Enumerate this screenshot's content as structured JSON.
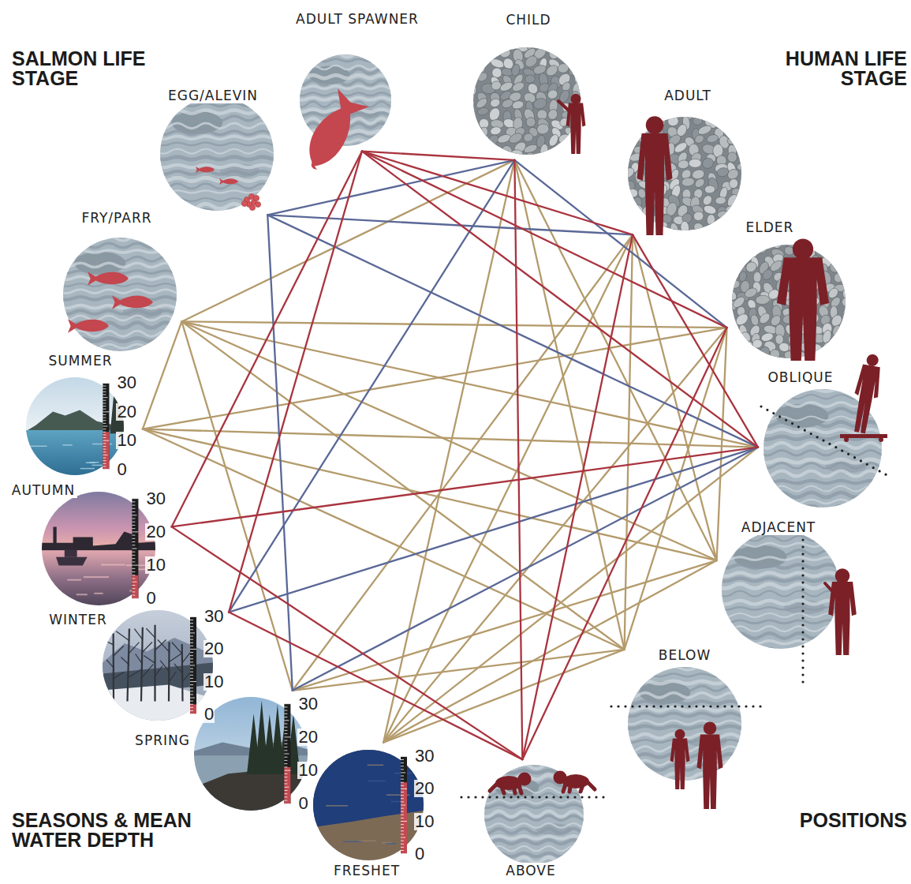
{
  "diagram": {
    "nodes": [
      {
        "text": [
          "ADULT SPAWNER"
        ]
      },
      {
        "text": [
          "CHILD"
        ]
      },
      {
        "text": [
          "EGG/ALEVIN"
        ]
      },
      {
        "text": [
          "ADULT"
        ]
      },
      {
        "text": [
          "FRY/PARR"
        ]
      },
      {
        "text": [
          "ELDER"
        ]
      },
      {
        "text": [
          "SUMMER",
          "30",
          "20",
          "10",
          "0"
        ]
      },
      {
        "text": [
          "OBLIQUE"
        ]
      },
      {
        "text": [
          "AUTUMN",
          "30",
          "20",
          "10",
          "0"
        ]
      },
      {
        "text": [
          "ADJACENT"
        ]
      },
      {
        "text": [
          "WINTER",
          "30",
          "20",
          "10",
          "0"
        ]
      },
      {
        "text": [
          "BELOW"
        ]
      },
      {
        "text": [
          "SPRING",
          "30",
          "20",
          "10",
          "0"
        ]
      },
      {
        "text": [
          "FRESHET",
          "30",
          "20",
          "10",
          "0"
        ]
      },
      {
        "text": [
          "ABOVE"
        ]
      }
    ],
    "edges": [
      {
        "from": 0,
        "to": 1,
        "arrow": "none"
      },
      {
        "from": 0,
        "to": 3,
        "arrow": "none"
      },
      {
        "from": 0,
        "to": 5,
        "arrow": "none"
      },
      {
        "from": 0,
        "to": 7,
        "arrow": "none"
      },
      {
        "from": 0,
        "to": 8,
        "arrow": "none"
      },
      {
        "from": 0,
        "to": 10,
        "arrow": "none"
      },
      {
        "from": 1,
        "to": 14,
        "arrow": "none"
      },
      {
        "from": 3,
        "to": 7,
        "arrow": "none"
      },
      {
        "from": 3,
        "to": 14,
        "arrow": "none"
      },
      {
        "from": 5,
        "to": 14,
        "arrow": "none"
      },
      {
        "from": 8,
        "to": 7,
        "arrow": "none"
      },
      {
        "from": 8,
        "to": 14,
        "arrow": "none"
      },
      {
        "from": 10,
        "to": 14,
        "arrow": "none"
      },
      {
        "from": 2,
        "to": 1,
        "arrow": "none"
      },
      {
        "from": 2,
        "to": 3,
        "arrow": "none"
      },
      {
        "from": 2,
        "to": 7,
        "arrow": "none"
      },
      {
        "from": 2,
        "to": 12,
        "arrow": "none"
      },
      {
        "from": 10,
        "to": 1,
        "arrow": "none"
      },
      {
        "from": 10,
        "to": 7,
        "arrow": "none"
      },
      {
        "from": 12,
        "to": 7,
        "arrow": "none"
      },
      {
        "from": 1,
        "to": 5,
        "arrow": "none"
      },
      {
        "from": 4,
        "to": 1,
        "arrow": "none"
      },
      {
        "from": 4,
        "to": 5,
        "arrow": "none"
      },
      {
        "from": 4,
        "to": 7,
        "arrow": "none"
      },
      {
        "from": 4,
        "to": 9,
        "arrow": "none"
      },
      {
        "from": 4,
        "to": 11,
        "arrow": "none"
      },
      {
        "from": 4,
        "to": 12,
        "arrow": "none"
      },
      {
        "from": 4,
        "to": 6,
        "arrow": "none"
      },
      {
        "from": 6,
        "to": 5,
        "arrow": "none"
      },
      {
        "from": 6,
        "to": 7,
        "arrow": "none"
      },
      {
        "from": 6,
        "to": 9,
        "arrow": "none"
      },
      {
        "from": 6,
        "to": 11,
        "arrow": "none"
      },
      {
        "from": 1,
        "to": 9,
        "arrow": "none"
      },
      {
        "from": 1,
        "to": 11,
        "arrow": "none"
      },
      {
        "from": 1,
        "to": 13,
        "arrow": "none"
      },
      {
        "from": 3,
        "to": 9,
        "arrow": "none"
      },
      {
        "from": 3,
        "to": 11,
        "arrow": "none"
      },
      {
        "from": 3,
        "to": 13,
        "arrow": "none"
      },
      {
        "from": 3,
        "to": 12,
        "arrow": "none"
      },
      {
        "from": 5,
        "to": 9,
        "arrow": "none"
      },
      {
        "from": 5,
        "to": 11,
        "arrow": "none"
      },
      {
        "from": 5,
        "to": 13,
        "arrow": "none"
      },
      {
        "from": 7,
        "to": 13,
        "arrow": "none"
      },
      {
        "from": 9,
        "to": 13,
        "arrow": "none"
      },
      {
        "from": 9,
        "to": 12,
        "arrow": "none"
      },
      {
        "from": 11,
        "to": 12,
        "arrow": "none"
      },
      {
        "from": 11,
        "to": 13,
        "arrow": "none"
      }
    ],
    "labels": [
      "SALMON LIFE STAGE",
      "HUMAN LIFE STAGE",
      "SEASONS & MEAN WATER DEPTH",
      "POSITIONS"
    ]
  }
}
